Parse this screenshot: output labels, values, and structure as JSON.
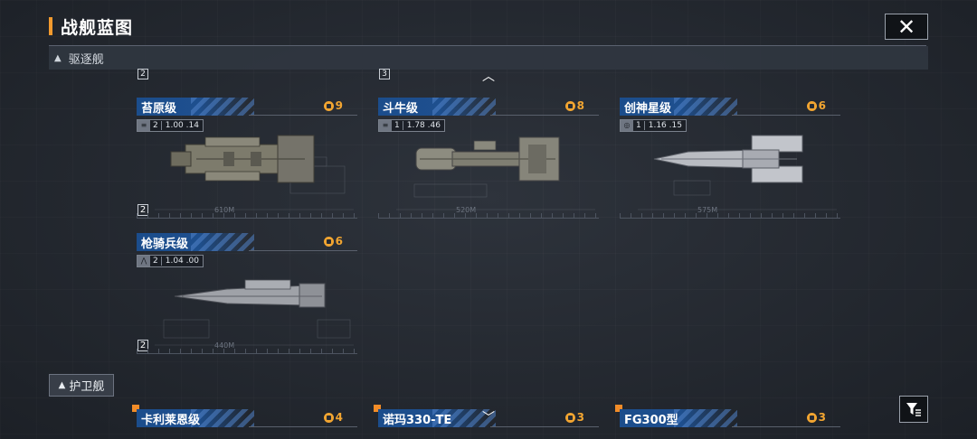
{
  "header": {
    "title": "战舰蓝图",
    "close_glyph": "✕"
  },
  "category": {
    "label": "驱逐舰",
    "arrow": "▲"
  },
  "scroll": {
    "up": "︿",
    "down": "﹀"
  },
  "top_indices": [
    "2",
    "3"
  ],
  "ships": [
    {
      "name": "苔原级",
      "cost": "9",
      "level": "2",
      "stat": "1.00 .14",
      "class_icon": "ship-class-a-icon",
      "grade": "2",
      "length": "610M"
    },
    {
      "name": "斗牛级",
      "cost": "8",
      "level": "1",
      "stat": "1.78 .46",
      "class_icon": "ship-class-a-icon",
      "grade": "",
      "length": "520M"
    },
    {
      "name": "创神星级",
      "cost": "6",
      "level": "1",
      "stat": "1.16 .15",
      "class_icon": "ship-class-b-icon",
      "grade": "",
      "length": "575M"
    },
    {
      "name": "枪骑兵级",
      "cost": "6",
      "level": "2",
      "stat": "1.04 .00",
      "class_icon": "ship-class-c-icon",
      "grade": "2",
      "length": "440M"
    }
  ],
  "escort": {
    "label": "护卫舰",
    "arrow": "▲",
    "ships": [
      {
        "name": "卡利莱恩级",
        "cost": "4"
      },
      {
        "name": "诺玛330-TE",
        "cost": "3"
      },
      {
        "name": "FG300型",
        "cost": "3"
      }
    ]
  },
  "colors": {
    "accent": "#f29a2e",
    "cost": "#f2a531",
    "name_tag": "#1e4f8e",
    "new_badge": "#f28c28"
  }
}
